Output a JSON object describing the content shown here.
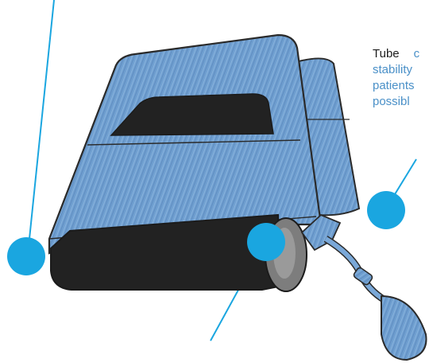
{
  "caption": {
    "title_word": "Tube",
    "title_trailing": "c",
    "lines": [
      "stability",
      "patients",
      "possibl"
    ]
  },
  "colors": {
    "accent": "#1aa6e0",
    "cushion_blue": "#6f9fd0",
    "cushion_dark": "#222222",
    "outline": "#2a2a2a",
    "roller_grey": "#7d7d7d"
  },
  "icons": [
    "callout-dot-icon",
    "hand-pump-icon"
  ]
}
